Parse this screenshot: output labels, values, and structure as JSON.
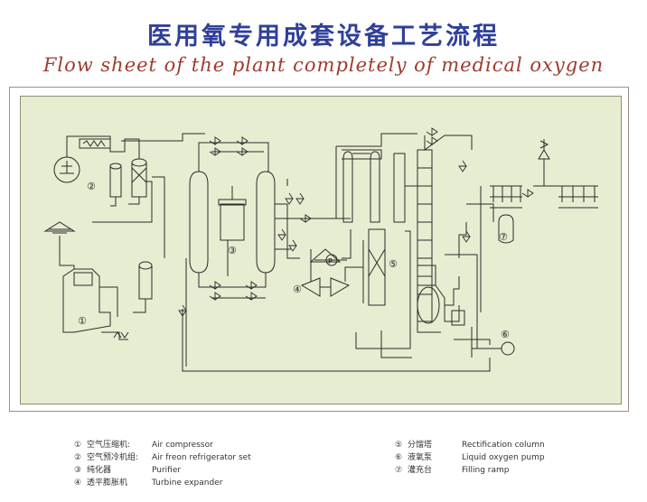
{
  "title_cn": "医用氧专用成套设备工艺流程",
  "title_en": "Flow sheet of the plant completely of medical oxygen",
  "equipment_numbers": [
    "①",
    "②",
    "③",
    "④",
    "⑤",
    "⑥",
    "⑦"
  ],
  "inline_labels": {
    "pump_p": "P"
  },
  "legend": [
    {
      "num": "①",
      "cn": "空气压缩机:",
      "en": "Air compressor"
    },
    {
      "num": "②",
      "cn": "空气预冷机组:",
      "en": "Air freon refrigerator set"
    },
    {
      "num": "③",
      "cn": "纯化器",
      "en": "Purifier"
    },
    {
      "num": "④",
      "cn": "透平膨胀机",
      "en": "Turbine expander"
    },
    {
      "num": "⑤",
      "cn": "分馏塔",
      "en": "Rectification column"
    },
    {
      "num": "⑥",
      "cn": "液氧泵",
      "en": "Liquid oxygen pump"
    },
    {
      "num": "⑦",
      "cn": "灌充台",
      "en": "Filling ramp"
    }
  ]
}
